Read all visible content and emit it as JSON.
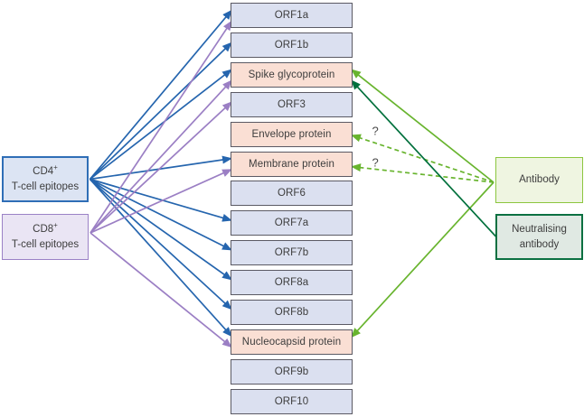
{
  "colors": {
    "blue": "#2565ae",
    "purple": "#9b7fc4",
    "light_green": "#68b42e",
    "dark_green": "#00703c",
    "cd4_fill": "#dce4f3",
    "cd4_border": "#2f6eb6",
    "cd8_fill": "#eae5f4",
    "cd8_border": "#9b82c6",
    "orf_fill": "#dbe0f0",
    "orf_border": "#5b5a64",
    "structural_fill": "#fadfd4",
    "antibody_fill": "#eff5e1",
    "antibody_border": "#8cc63f",
    "neutralising_fill": "#e0e9e3",
    "neutralising_border": "#0b7041",
    "text": "#3d3d3d",
    "question": "#4a4a4a"
  },
  "left_column": {
    "cd4": {
      "name": "CD4",
      "sup": "+",
      "line2": "T-cell epitopes"
    },
    "cd8": {
      "name": "CD8",
      "sup": "+",
      "line2": "T-cell epitopes"
    }
  },
  "right_column": {
    "antibody": {
      "label": "Antibody"
    },
    "neutralising": {
      "line1": "Neutralising",
      "line2": "antibody"
    }
  },
  "genome": [
    {
      "id": "orf1a",
      "label": "ORF1a",
      "highlight": false
    },
    {
      "id": "orf1b",
      "label": "ORF1b",
      "highlight": false
    },
    {
      "id": "spike",
      "label": "Spike glycoprotein",
      "highlight": true
    },
    {
      "id": "orf3",
      "label": "ORF3",
      "highlight": false
    },
    {
      "id": "envelope",
      "label": "Envelope protein",
      "highlight": true
    },
    {
      "id": "membrane",
      "label": "Membrane protein",
      "highlight": true
    },
    {
      "id": "orf6",
      "label": "ORF6",
      "highlight": false
    },
    {
      "id": "orf7a",
      "label": "ORF7a",
      "highlight": false
    },
    {
      "id": "orf7b",
      "label": "ORF7b",
      "highlight": false
    },
    {
      "id": "orf8a",
      "label": "ORF8a",
      "highlight": false
    },
    {
      "id": "orf8b",
      "label": "ORF8b",
      "highlight": false
    },
    {
      "id": "nucleocapsid",
      "label": "Nucleocapsid protein",
      "highlight": true
    },
    {
      "id": "orf9b",
      "label": "ORF9b",
      "highlight": false
    },
    {
      "id": "orf10",
      "label": "ORF10",
      "highlight": false
    }
  ],
  "edges": [
    {
      "from": "cd4",
      "to": "orf1a",
      "style": "blue"
    },
    {
      "from": "cd4",
      "to": "orf1b",
      "style": "blue"
    },
    {
      "from": "cd4",
      "to": "spike",
      "style": "blue"
    },
    {
      "from": "cd4",
      "to": "membrane",
      "style": "blue"
    },
    {
      "from": "cd4",
      "to": "orf7a",
      "style": "blue"
    },
    {
      "from": "cd4",
      "to": "orf7b",
      "style": "blue"
    },
    {
      "from": "cd4",
      "to": "orf8a",
      "style": "blue"
    },
    {
      "from": "cd4",
      "to": "orf8b",
      "style": "blue"
    },
    {
      "from": "cd4",
      "to": "nucleocapsid",
      "style": "blue"
    },
    {
      "from": "cd8",
      "to": "orf1a",
      "style": "purple"
    },
    {
      "from": "cd8",
      "to": "spike",
      "style": "purple"
    },
    {
      "from": "cd8",
      "to": "orf3",
      "style": "purple"
    },
    {
      "from": "cd8",
      "to": "membrane",
      "style": "purple"
    },
    {
      "from": "cd8",
      "to": "nucleocapsid",
      "style": "purple"
    },
    {
      "from": "antibody",
      "to": "spike",
      "style": "light-green"
    },
    {
      "from": "antibody",
      "to": "envelope",
      "style": "light-green-dashed",
      "label": "?"
    },
    {
      "from": "antibody",
      "to": "membrane",
      "style": "light-green-dashed",
      "label": "?"
    },
    {
      "from": "antibody",
      "to": "nucleocapsid",
      "style": "light-green"
    },
    {
      "from": "neutralising",
      "to": "spike",
      "style": "dark-green"
    }
  ]
}
